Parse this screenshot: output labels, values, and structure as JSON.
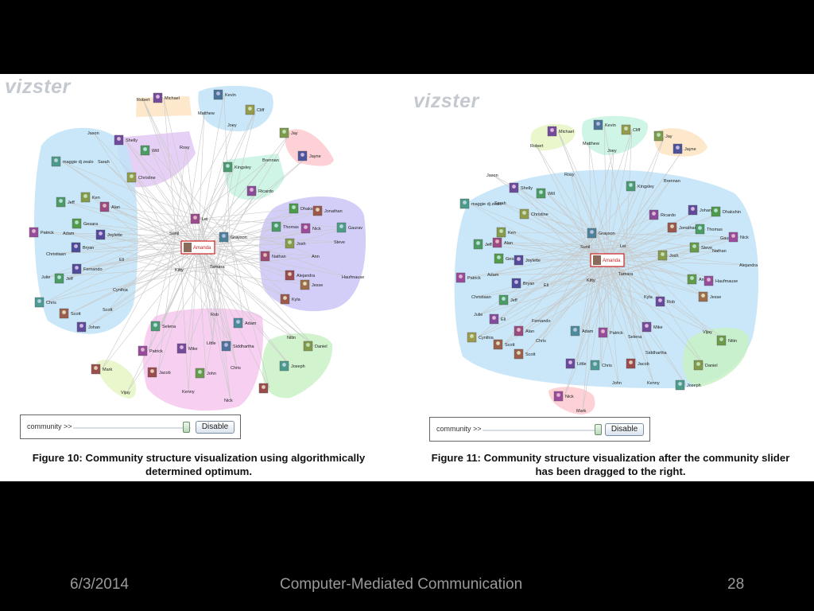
{
  "logo_text": "vizster",
  "slider": {
    "label": "community >>",
    "button": "Disable"
  },
  "figure_left": {
    "caption_line1": "Figure 10: Community structure visualization using algorithmically",
    "caption_line2": "determined optimum.",
    "slider_value": 0.96
  },
  "figure_right": {
    "caption_line1": "Figure 11: Community structure visualization after the community slider",
    "caption_line2": "has been dragged to the right.",
    "slider_value": 0.98
  },
  "footer": {
    "date": "6/3/2014",
    "title": "Computer-Mediated Communication",
    "page": "28"
  },
  "colors": {
    "blue": "#bfe3f7",
    "purple": "#e3c8f5",
    "orange": "#fde4c2",
    "mint": "#c5f3e2",
    "pink": "#fdc9cf",
    "violet": "#cac6f7",
    "lime": "#e6f6c3",
    "magenta": "#f6c7ee",
    "green": "#c9f1c6",
    "edge": "#c8c8c8",
    "center": "#cc2222"
  },
  "graph_left": {
    "center": "Amanda",
    "hubs": [
      "Lei",
      "Sunil",
      "Grayson",
      "Kitty",
      "Tamara"
    ],
    "nodes": [
      "Robert",
      "Michael",
      "Kevin",
      "Matthew",
      "Cliff",
      "Joey",
      "Jay",
      "Jayne",
      "Shelly",
      "Rosy",
      "Will",
      "Christine",
      "Kingsley",
      "Brennan",
      "Ricardo",
      "Jason",
      "maggie dj zealo",
      "Sarah",
      "Jeff",
      "Ken",
      "Alan",
      "Gesara",
      "Patrick",
      "Adam",
      "Joylette",
      "Bryan",
      "Christiaan",
      "Eli",
      "Julie",
      "Jeff",
      "Fernando",
      "Cynthia",
      "Chris",
      "Scott",
      "Scott",
      "Johan",
      "Dhakshin",
      "Jonathan",
      "Thomas",
      "Nick",
      "Gaurav",
      "Steve",
      "Josh",
      "Nathan",
      "Ann",
      "Alejandra",
      "Haufmause",
      "Jesse",
      "Kyla",
      "Rob",
      "Adam",
      "Selena",
      "Little",
      "Patrick",
      "Mike",
      "Siddhartha",
      "Chris",
      "Jacob",
      "John",
      "Kenny",
      "Nick",
      "Mark",
      "Vijay",
      "Nitin",
      "Daniel",
      "Joseph"
    ]
  },
  "graph_right": {
    "center": "Amanda",
    "hubs": [
      "Grayson",
      "Sunil",
      "Lei",
      "Kitty",
      "Tamara"
    ],
    "nodes": [
      "Michael",
      "Robert",
      "Kevin",
      "Matthew",
      "Cliff",
      "Joey",
      "Jay",
      "Jayne",
      "Jason",
      "Rosy",
      "Brennan",
      "Shelly",
      "Will",
      "Kingsley",
      "Sarah",
      "maggie dj zealo",
      "Christine",
      "Ricardo",
      "Johan",
      "Dhakshin",
      "Ken",
      "Jonathan",
      "Thomas",
      "Gaurav",
      "Nick",
      "Jeff",
      "Alan",
      "Steve",
      "Nathan",
      "Gesara",
      "Joylette",
      "Josh",
      "Adam",
      "Alejandra",
      "Patrick",
      "Bryan",
      "Eli",
      "Ann",
      "Haufmause",
      "Christiaan",
      "Jesse",
      "Jeff",
      "Kyla",
      "Rob",
      "Julie",
      "Eli",
      "Fernando",
      "Alan",
      "Adam",
      "Patrick",
      "Selena",
      "Mike",
      "Cynthia",
      "Chris",
      "Vijay",
      "Nitin",
      "Scott",
      "Siddhartha",
      "Scott",
      "Little",
      "Chris",
      "Jacob",
      "Daniel",
      "John",
      "Kenny",
      "Joseph",
      "Nick",
      "Mark"
    ]
  }
}
